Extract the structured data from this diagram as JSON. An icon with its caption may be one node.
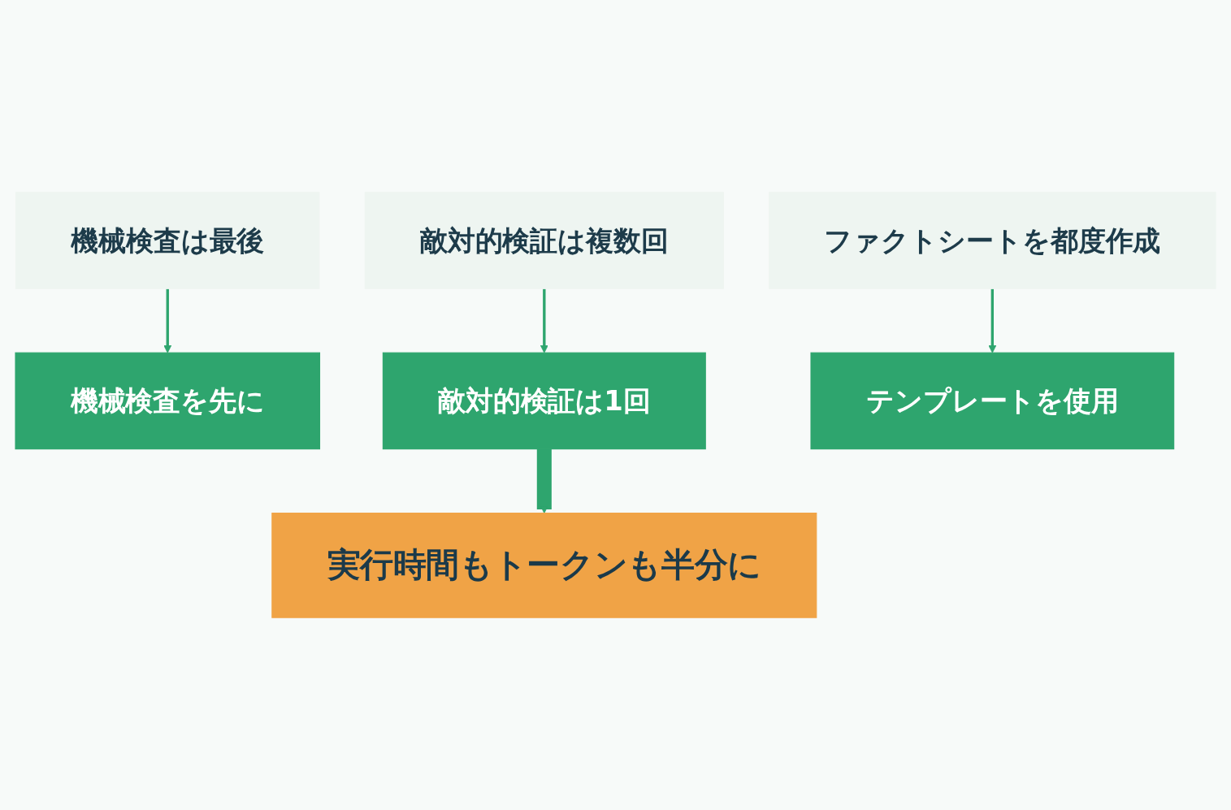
{
  "diagram": {
    "nodes": [
      {
        "text": [
          "機械検査は最後"
        ]
      },
      {
        "text": [
          "敵対的検証は複数回"
        ]
      },
      {
        "text": [
          "ファクトシートを都度作成"
        ]
      },
      {
        "text": [
          "機械検査を先に"
        ]
      },
      {
        "text": [
          "敵対的検証は1回"
        ]
      },
      {
        "text": [
          "テンプレートを使用"
        ]
      },
      {
        "text": [
          "実行時間もトークンも半分に"
        ]
      }
    ],
    "edges": [
      {
        "from": 0,
        "to": 3,
        "arrow": "to"
      },
      {
        "from": 1,
        "to": 4,
        "arrow": "to"
      },
      {
        "from": 2,
        "to": 5,
        "arrow": "to"
      },
      {
        "from": 4,
        "to": 6,
        "arrow": "to",
        "style": "thick"
      }
    ]
  }
}
